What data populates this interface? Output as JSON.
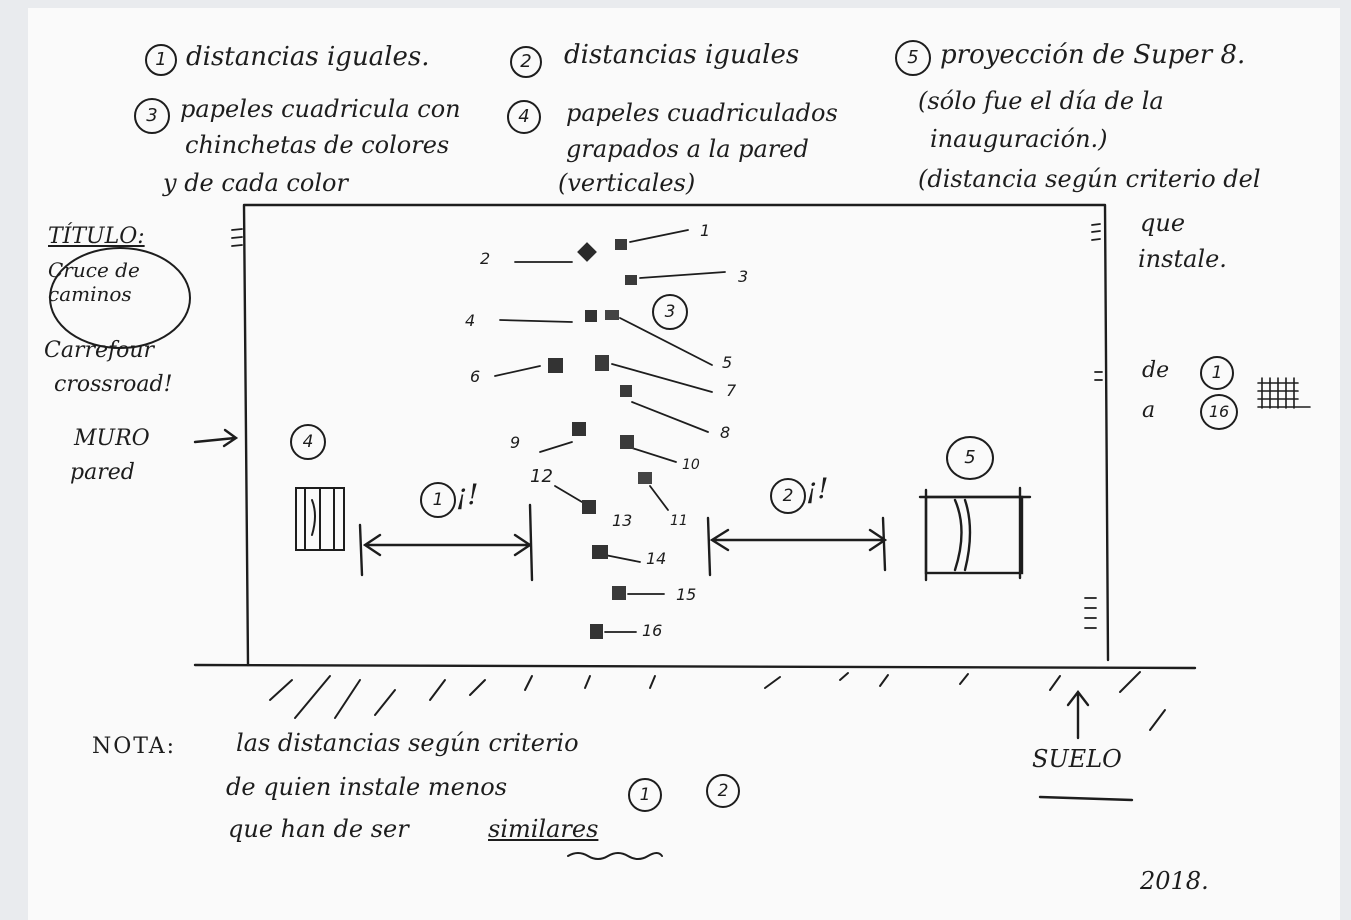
{
  "notes_top": {
    "note1": "distancias iguales.",
    "note2": "distancias iguales",
    "note3_lines": [
      "papeles cuadricula con",
      "chinchetas de colores",
      "y de cada color"
    ],
    "note4_lines": [
      "papeles cuadriculados",
      "grapados a la pared",
      "(verticales)"
    ],
    "note5_lines": [
      "proyección de Super 8.",
      "(sólo fue el día de la",
      "inauguración.)",
      "(distancia según criterio del",
      "que",
      "instale."
    ]
  },
  "markers": {
    "m1": "1",
    "m2": "2",
    "m3": "3",
    "m4": "4",
    "m5": "5",
    "m16": "16"
  },
  "title_block": {
    "label": "TÍTULO:",
    "quote1": "Cruce de caminos",
    "quote2": "Carrefour",
    "quote3": "crossroad!"
  },
  "wall_label": {
    "line1": "MURO",
    "line2": "pared"
  },
  "range_note": {
    "from_word": "de",
    "to_word": "a"
  },
  "distance_marks": {
    "d1": "¡!",
    "d2": "¡!"
  },
  "paper_numbers": [
    "1",
    "2",
    "3",
    "4",
    "5",
    "6",
    "7",
    "8",
    "9",
    "10",
    "11",
    "12",
    "13",
    "14",
    "15",
    "16"
  ],
  "floor_label": "SUELO",
  "bottom_note": {
    "label": "NOTA:",
    "line1": "las distancias según criterio",
    "line2": "de quien instale menos",
    "line3": "que han de ser",
    "line3_emph": "similares"
  },
  "signature": "2018."
}
